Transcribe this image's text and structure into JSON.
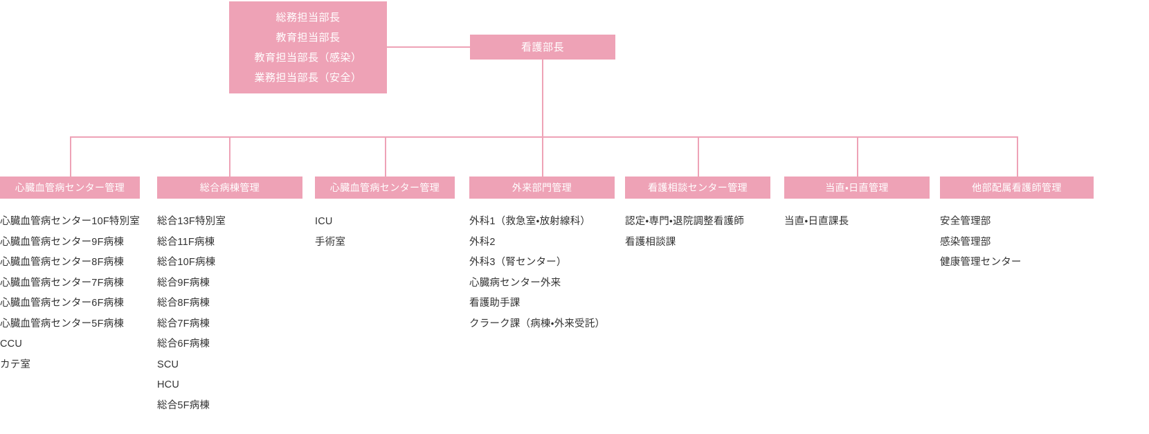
{
  "theme": {
    "accent": "#eea2b6",
    "box_text": "#ffffff",
    "list_text": "#333333",
    "background": "#ffffff"
  },
  "executive_box": {
    "lines": [
      "総務担当部長",
      "教育担当部長",
      "教育担当部長（感染）",
      "業務担当部長（安全）"
    ]
  },
  "chief_box": {
    "label": "看護部長"
  },
  "columns": [
    {
      "header": "心臓血管病センター管理",
      "items": [
        "心臓血管病センター10F特別室",
        "心臓血管病センター9F病棟",
        "心臓血管病センター8F病棟",
        "心臓血管病センター7F病棟",
        "心臓血管病センター6F病棟",
        "心臓血管病センター5F病棟",
        "CCU",
        "カテ室"
      ]
    },
    {
      "header": "総合病棟管理",
      "items": [
        "総合13F特別室",
        "総合11F病棟",
        "総合10F病棟",
        "総合9F病棟",
        "総合8F病棟",
        "総合7F病棟",
        "総合6F病棟",
        "SCU",
        "HCU",
        "総合5F病棟"
      ]
    },
    {
      "header": "心臓血管病センター管理",
      "items": [
        "ICU",
        "手術室"
      ]
    },
    {
      "header": "外来部門管理",
      "items": [
        "外科1（救急室・放射線科）",
        "外科2",
        "外科3（腎センター）",
        "心臓病センター外来",
        "看護助手課",
        "クラーク課（病棟・外来受託）"
      ]
    },
    {
      "header": "看護相談センター管理",
      "items": [
        "認定・専門・退院調整看護師",
        "看護相談課"
      ]
    },
    {
      "header": "当直・日直管理",
      "items": [
        "当直・日直課長"
      ]
    },
    {
      "header": "他部配属看護師管理",
      "items": [
        "安全管理部",
        "感染管理部",
        "健康管理センター"
      ]
    }
  ]
}
